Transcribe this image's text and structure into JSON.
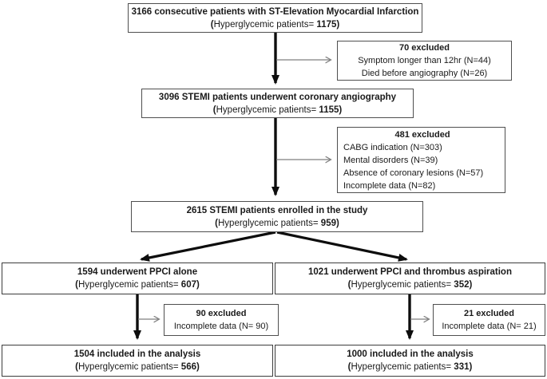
{
  "figure": {
    "kind": "patient-flow-diagram",
    "colors": {
      "box_border": "#4f4f4f",
      "arrow_primary": "#0d0d0d",
      "arrow_secondary": "#7f7f7f",
      "text": "#1a1a1a",
      "background": "#ffffff"
    }
  },
  "boxes": {
    "top": {
      "title": "3166 consecutive patients with ST-Elevation Myocardial Infarction",
      "sub": [
        "(",
        "Hyperglycemic patients=",
        " 1175)"
      ]
    },
    "excl1": {
      "title": "70 excluded",
      "lines": [
        "Symptom longer than 12hr (N=44)",
        "Died before angiography (N=26)"
      ]
    },
    "angiography": {
      "title": "3096 STEMI patients underwent coronary angiography",
      "sub": [
        "(",
        "Hyperglycemic patients=",
        " 1155)"
      ]
    },
    "excl2": {
      "title": "481 excluded",
      "lines": [
        "CABG indication (N=303)",
        "Mental disorders (N=39)",
        "Absence of coronary lesions (N=57)",
        "Incomplete data (N=82)"
      ]
    },
    "enrolled": {
      "title": "2615 STEMI patients enrolled in the study",
      "sub": [
        "(",
        "Hyperglycemic patients=",
        " 959)"
      ]
    },
    "ppci_alone": {
      "title": "1594 underwent PPCI alone",
      "sub": [
        "(",
        "Hyperglycemic patients=",
        " 607)"
      ]
    },
    "ppci_aspiration": {
      "title": "1021 underwent PPCI and thrombus aspiration",
      "sub": [
        "(",
        "Hyperglycemic patients=",
        " 352)"
      ]
    },
    "excl3": {
      "title": "90 excluded",
      "lines": [
        "Incomplete data (N= 90)"
      ]
    },
    "excl4": {
      "title": "21 excluded",
      "lines": [
        "Incomplete data (N= 21)"
      ]
    },
    "final_left": {
      "title": "1504 included in the analysis",
      "sub": [
        "(",
        "Hyperglycemic patients=",
        " 566)"
      ]
    },
    "final_right": {
      "title": "1000 included in the analysis",
      "sub": [
        "(",
        "Hyperglycemic patients=",
        " 331)"
      ]
    }
  }
}
